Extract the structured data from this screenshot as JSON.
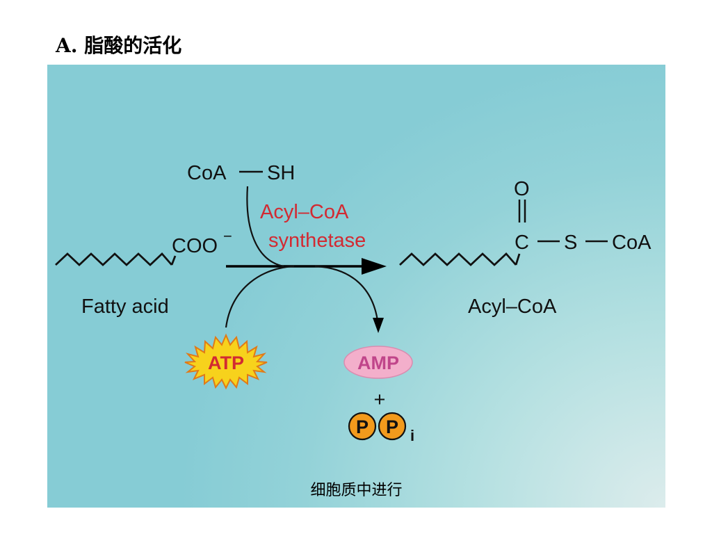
{
  "slide": {
    "title": "A. 脂酸的活化",
    "caption": "细胞质中进行"
  },
  "reaction": {
    "coa_sh": {
      "coa": "CoA",
      "sh": "SH"
    },
    "enzyme": {
      "line1": "Acyl–CoA",
      "line2": "synthetase",
      "color": "#d22a32"
    },
    "substrate": {
      "group": "COO",
      "charge": "−",
      "label": "Fatty acid"
    },
    "product": {
      "o": "O",
      "c": "C",
      "s": "S",
      "coa": "CoA",
      "label": "Acyl–CoA"
    },
    "atp": {
      "label": "ATP",
      "fill": "#f7d21c",
      "text_color": "#d22a32"
    },
    "amp": {
      "label": "AMP",
      "fill": "#f3afcb",
      "text_color": "#c0458a"
    },
    "plus": "+",
    "ppi": {
      "p1": "P",
      "p2": "P",
      "sub": "i",
      "fill": "#f29a1c"
    }
  }
}
